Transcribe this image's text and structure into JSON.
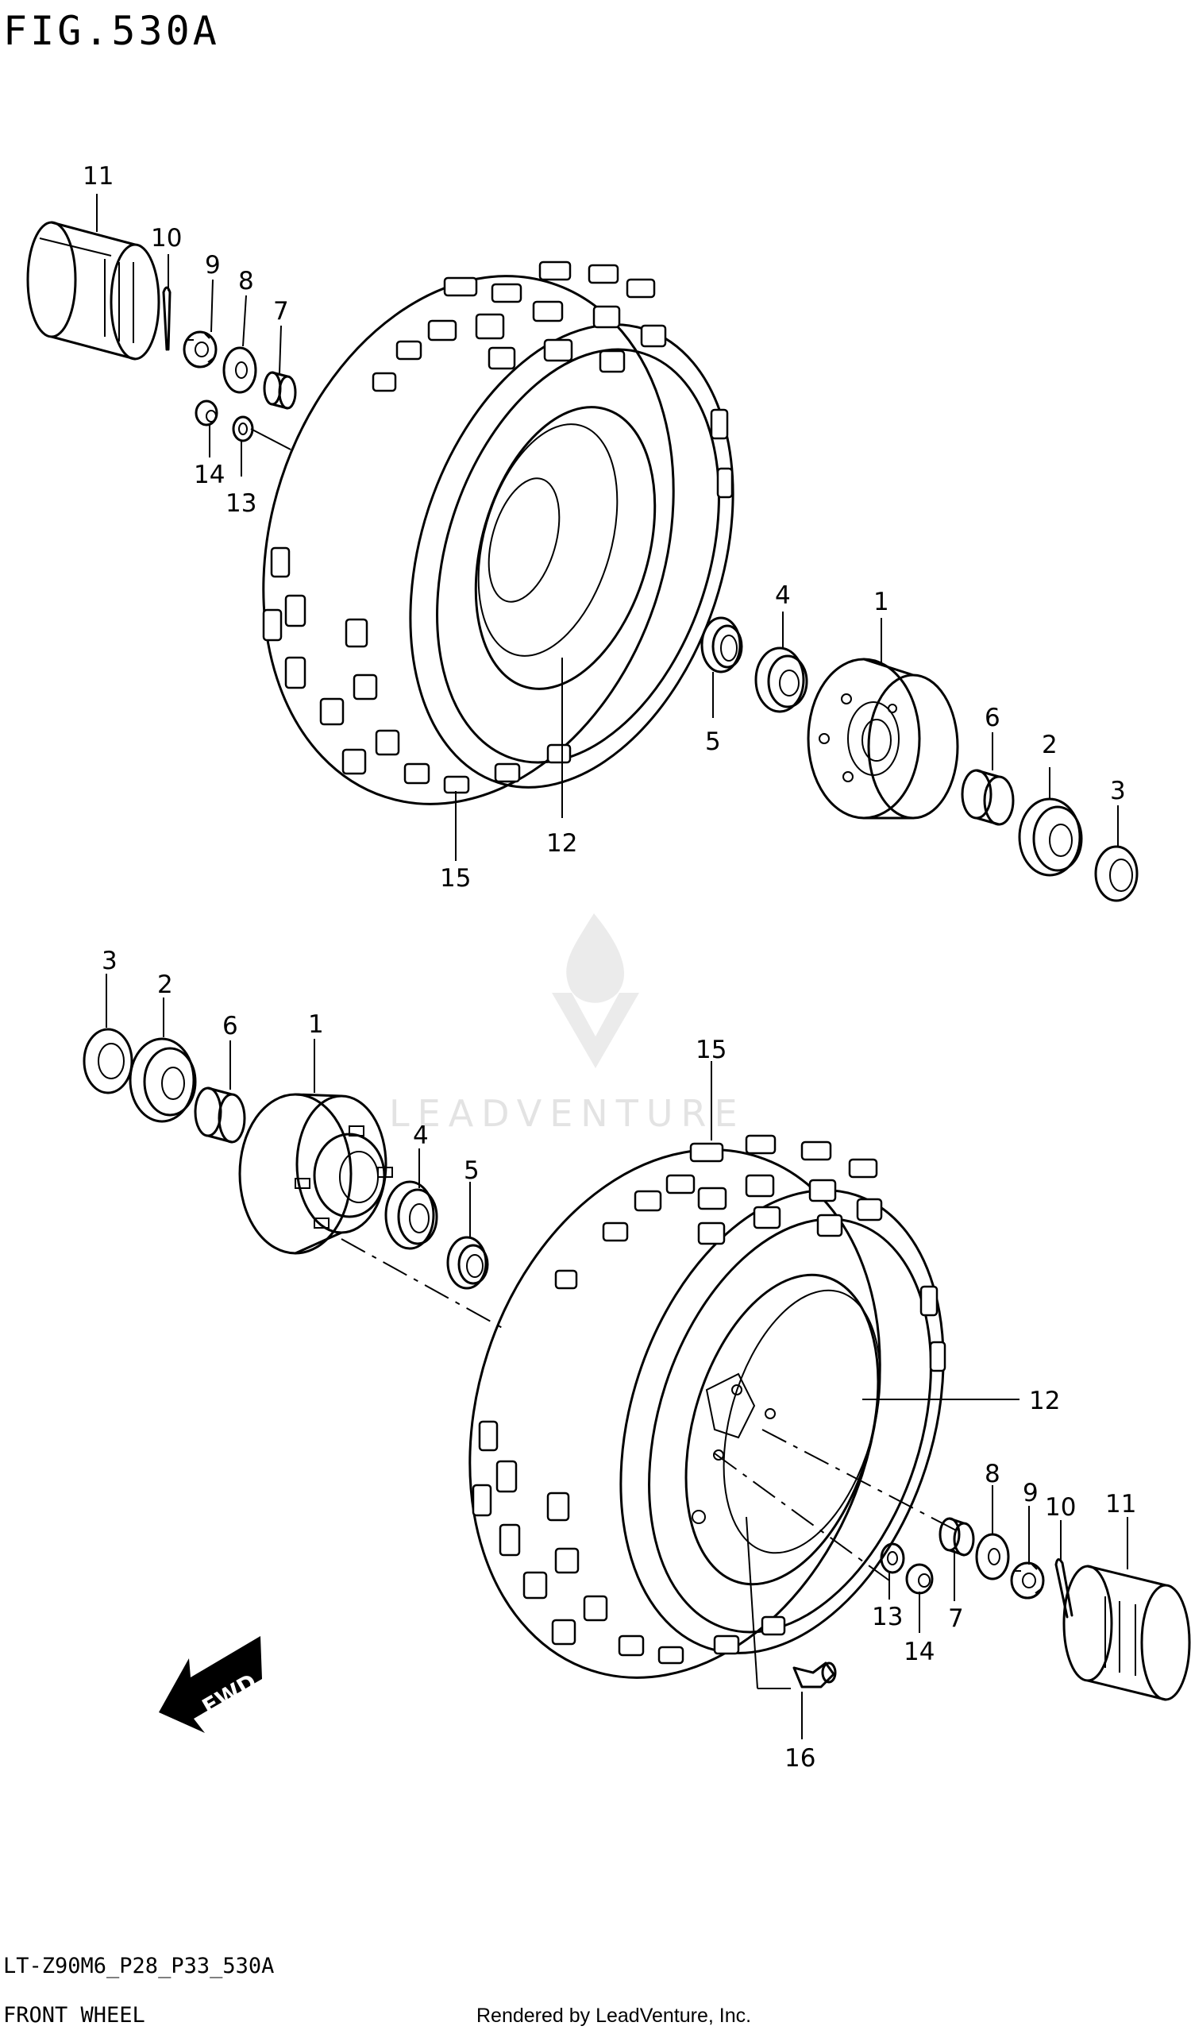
{
  "figure_title": "FIG.530A",
  "watermark": "LEADVENTURE",
  "model_code": "LT-Z90M6_P28_P33_530A",
  "section_name": "FRONT WHEEL",
  "credit": "Rendered by LeadVenture, Inc.",
  "direction_label": "FWD",
  "callouts": {
    "top": {
      "c11": "11",
      "c10": "10",
      "c9": "9",
      "c8": "8",
      "c7": "7",
      "c14": "14",
      "c13": "13",
      "c4": "4",
      "c1": "1",
      "c5": "5",
      "c6": "6",
      "c2": "2",
      "c3": "3",
      "c12": "12",
      "c15": "15"
    },
    "bottom": {
      "c3": "3",
      "c2": "2",
      "c6": "6",
      "c1": "1",
      "c4": "4",
      "c5": "5",
      "c15": "15",
      "c12": "12",
      "c8": "8",
      "c9": "9",
      "c10": "10",
      "c11": "11",
      "c13": "13",
      "c7": "7",
      "c14": "14",
      "c16": "16"
    }
  }
}
